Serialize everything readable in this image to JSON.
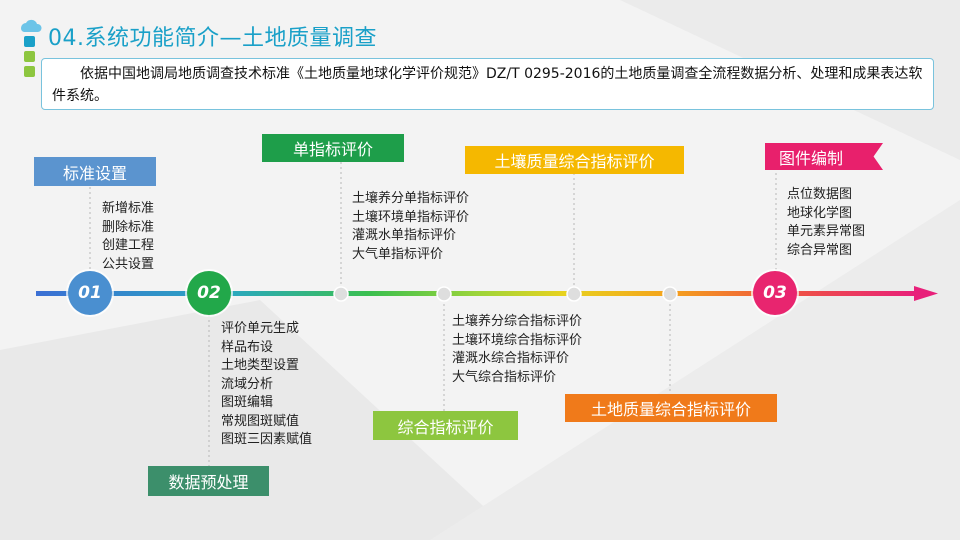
{
  "header": {
    "title": "04.系统功能简介—土地质量调查",
    "intro": "依据中国地调局地质调查技术标准《土地质量地球化学评价规范》DZ/T 0295-2016的土地质量调查全流程数据分析、处理和成果表达软件系统。"
  },
  "milestones": [
    {
      "num": "01",
      "color": "#4a8fd0"
    },
    {
      "num": "02",
      "color": "#22a84a"
    },
    {
      "num": "03",
      "color": "#e8256f"
    }
  ],
  "stages": {
    "standard": {
      "label": "标准设置",
      "color": "#5b94cf",
      "items": "新增标准\n删除标准\n创建工程\n公共设置"
    },
    "preprocess": {
      "label": "数据预处理",
      "color": "#3c8f6b",
      "items": "评价单元生成\n样品布设\n土地类型设置\n流域分析\n图斑编辑\n常规图斑赋值\n图斑三因素赋值"
    },
    "single": {
      "label": "单指标评价",
      "color": "#1e9e4a",
      "items": "土壤养分单指标评价\n土壤环境单指标评价\n灌溉水单指标评价\n大气单指标评价"
    },
    "composite": {
      "label": "综合指标评价",
      "color": "#8dc63f",
      "items": "土壤养分综合指标评价\n土壤环境综合指标评价\n灌溉水综合指标评价\n大气综合指标评价"
    },
    "soil_quality": {
      "label": "土壤质量综合指标评价",
      "color": "#f5b800"
    },
    "land_quality": {
      "label": "土地质量综合指标评价",
      "color": "#f07a1a"
    },
    "mapping": {
      "label": "图件编制",
      "color": "#e8206c",
      "items": "点位数据图\n地球化学图\n单元素异常图\n综合异常图"
    }
  },
  "colors": {
    "title": "#1aa0c8",
    "border": "#79c3dd"
  }
}
